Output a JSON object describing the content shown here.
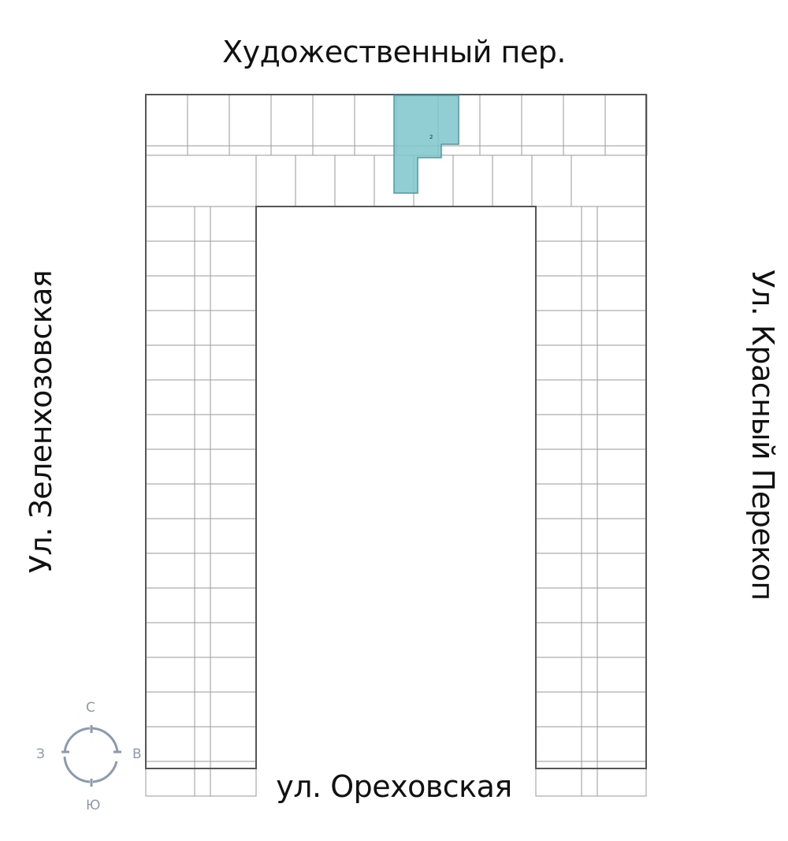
{
  "streets": {
    "north": "Художественный пер.",
    "south": "ул. Ореховская",
    "west": "Ул. Зеленхозовская",
    "east": "Ул. Красный Перекоп"
  },
  "compass": {
    "north": "С",
    "south": "Ю",
    "west": "З",
    "east": "В"
  },
  "colors": {
    "highlight": "#7ec6cc",
    "walls": "#555555",
    "compass": "#8b9aae"
  },
  "selected_apartment": {
    "rooms_label": "2"
  }
}
